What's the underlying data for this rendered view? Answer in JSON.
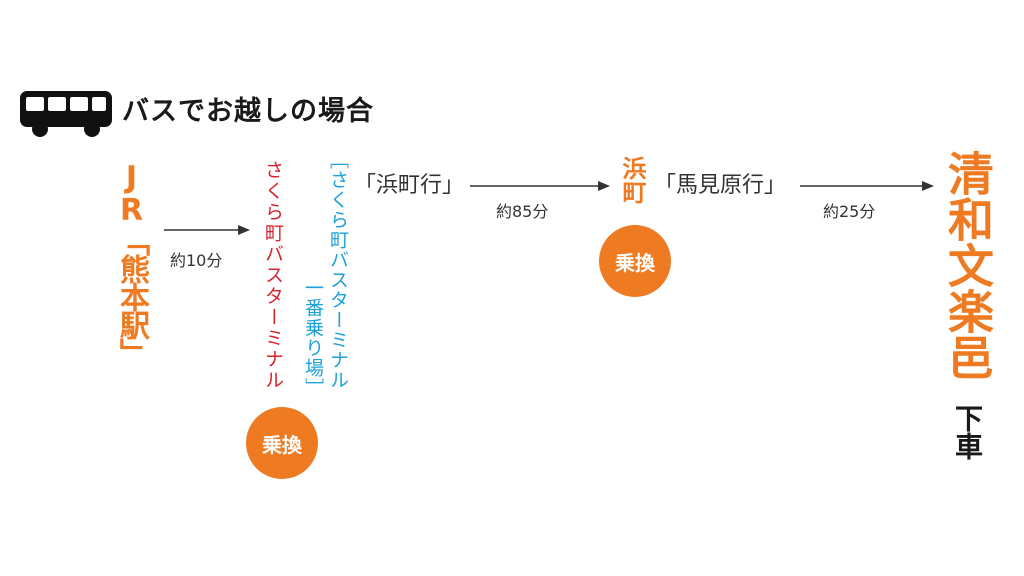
{
  "header": {
    "icon": "bus-icon",
    "title": "バスでお越しの場合"
  },
  "route": {
    "origin": "JR「熊本駅」",
    "leg1_duration": "約10分",
    "transfer1_station": "さくら町バスターミナル",
    "transfer1_platform_line1": "［さくら町バスターミナル",
    "transfer1_platform_line2": "一番乗り場］",
    "transfer_label": "乗換",
    "bus1_route": "「浜町行」",
    "leg2_duration": "約85分",
    "transfer2_station": "浜町",
    "bus2_route": "「馬見原行」",
    "leg3_duration": "約25分",
    "destination": "清和文楽邑",
    "alight": "下車"
  },
  "colors": {
    "orange": "#ee7a22",
    "red": "#d9232e",
    "blue": "#1ea2d9",
    "text": "#333333"
  }
}
